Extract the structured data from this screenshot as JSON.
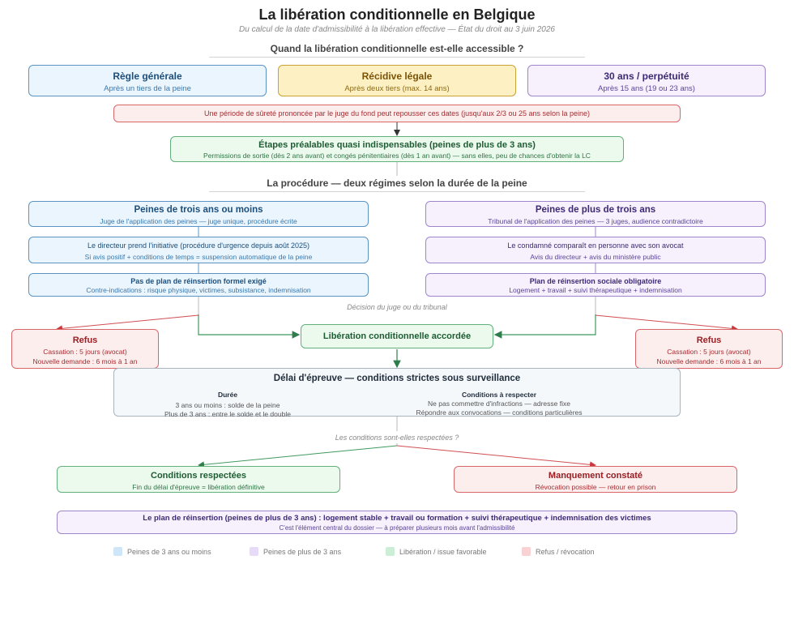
{
  "header": {
    "title": "La libération conditionnelle en Belgique",
    "subtitle": "Du calcul de la date d'admissibilité à la libération effective — État du droit au 3 juin 2026"
  },
  "sections": {
    "access": "Quand la libération conditionnelle est-elle accessible ?",
    "procedure": "La procédure — deux régimes selon la durée de la peine"
  },
  "rules": {
    "general": {
      "title": "Règle générale",
      "sub": "Après un tiers de la peine"
    },
    "recidive": {
      "title": "Récidive légale",
      "sub": "Après deux tiers (max. 14 ans)"
    },
    "life": {
      "title": "30 ans / perpétuité",
      "sub": "Après 15 ans (19 ou 23 ans)"
    }
  },
  "surete": "Une période de sûreté prononcée par le juge du fond peut repousser ces dates (jusqu'aux 2/3 ou 25 ans selon la peine)",
  "prealables": {
    "title": "Étapes préalables quasi indispensables (peines de plus de 3 ans)",
    "sub": "Permissions de sortie (dès 2 ans avant) et congés pénitentiaires (dès 1 an avant) — sans elles, peu de chances d'obtenir la LC"
  },
  "short": {
    "head": {
      "title": "Peines de trois ans ou moins",
      "sub": "Juge de l'application des peines — juge unique, procédure écrite"
    },
    "step1": {
      "title": "Le directeur prend l'initiative (procédure d'urgence depuis août 2025)",
      "sub": "Si avis positif + conditions de temps = suspension automatique de la peine"
    },
    "step2": {
      "title": "Pas de plan de réinsertion formel exigé",
      "sub": "Contre-indications : risque physique, victimes, subsistance, indemnisation"
    }
  },
  "long": {
    "head": {
      "title": "Peines de plus de trois ans",
      "sub": "Tribunal de l'application des peines — 3 juges, audience contradictoire"
    },
    "step1": {
      "title": "Le condamné comparaît en personne avec son avocat",
      "sub": "Avis du directeur + avis du ministère public"
    },
    "step2": {
      "title": "Plan de réinsertion sociale obligatoire",
      "sub": "Logement + travail + suivi thérapeutique + indemnisation"
    }
  },
  "decision_label": "Décision du juge ou du tribunal",
  "refus": {
    "title": "Refus",
    "line1": "Cassation : 5 jours (avocat)",
    "line2": "Nouvelle demande : 6 mois à 1 an"
  },
  "granted": "Libération conditionnelle accordée",
  "epreuve": {
    "title": "Délai d'épreuve — conditions strictes sous surveillance",
    "duree": {
      "head": "Durée",
      "line1": "3 ans ou moins : solde de la peine",
      "line2": "Plus de 3 ans : entre le solde et le double"
    },
    "conditions": {
      "head": "Conditions à respecter",
      "line1": "Ne pas commettre d'infractions — adresse fixe",
      "line2": "Répondre aux convocations — conditions particulières"
    }
  },
  "question": "Les conditions sont-elles respectées ?",
  "respected": {
    "title": "Conditions respectées",
    "sub": "Fin du délai d'épreuve = libération définitive"
  },
  "breach": {
    "title": "Manquement constaté",
    "sub": "Révocation possible — retour en prison"
  },
  "plan": {
    "title": "Le plan de réinsertion (peines de plus de 3 ans) : logement stable + travail ou formation + suivi thérapeutique + indemnisation des victimes",
    "sub": "C'est l'élément central du dossier — à préparer plusieurs mois avant l'admissibilité"
  },
  "legend": [
    {
      "label": "Peines de 3 ans ou moins",
      "color": "#cfe5f8"
    },
    {
      "label": "Peines de plus de 3 ans",
      "color": "#e6dcf7"
    },
    {
      "label": "Libération / issue favorable",
      "color": "#cdeed6"
    },
    {
      "label": "Refus / révocation",
      "color": "#f9d3d3"
    }
  ],
  "colors": {
    "blue_line": "#5b94c4",
    "purple_line": "#9d86cc",
    "green_line": "#3f9a5f",
    "red_line": "#d04e52",
    "grey_line": "#b8b8b8",
    "dark_line": "#333333"
  }
}
